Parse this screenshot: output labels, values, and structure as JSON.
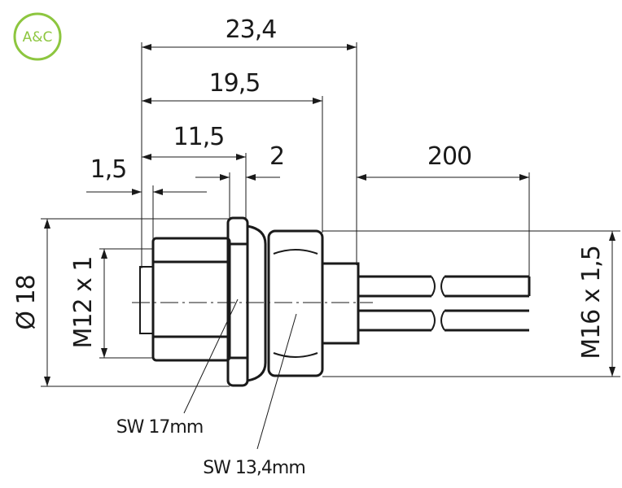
{
  "logo": {
    "text": "A&C",
    "color": "#8dc63f"
  },
  "dimensions": {
    "overall_length": "23,4",
    "body_length": "19,5",
    "front_length": "11,5",
    "front_offset": "1,5",
    "nut_width": "2",
    "cable_length": "200",
    "diameter": "Ø 18",
    "front_thread": "M12 x 1",
    "rear_thread": "M16 x 1,5"
  },
  "callouts": {
    "front_wrench": "SW 17mm",
    "rear_wrench": "SW 13,4mm"
  },
  "colors": {
    "line": "#1a1a1a",
    "background": "#ffffff"
  }
}
